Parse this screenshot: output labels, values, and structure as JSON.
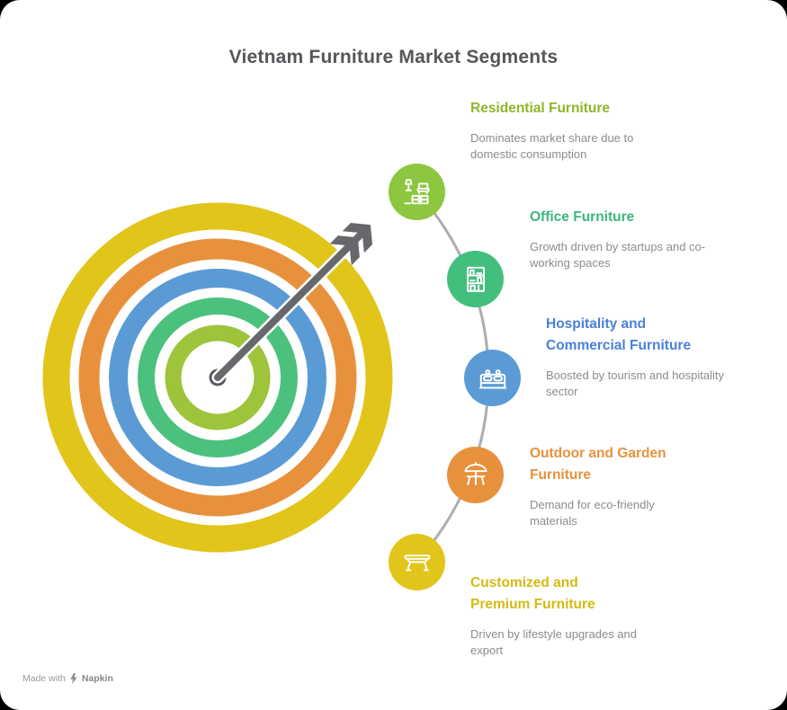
{
  "title": "Vietnam Furniture Market Segments",
  "segments": [
    {
      "title": "Residential Furniture",
      "description": "Dominates market share due to domestic consumption",
      "title_color": "#8FB62B",
      "node_color": "#8DC63F",
      "icon": "residential-furniture-icon"
    },
    {
      "title": "Office Furniture",
      "description": "Growth driven by startups and co-working spaces",
      "title_color": "#3BB878",
      "node_color": "#43BF7D",
      "icon": "office-furniture-icon"
    },
    {
      "title": "Hospitality and Commercial Furniture",
      "description": "Boosted by tourism and hospitality sector",
      "title_color": "#4A80D9",
      "node_color": "#5B9BD5",
      "icon": "hospitality-bed-icon"
    },
    {
      "title": "Outdoor and Garden Furniture",
      "description": "Demand for eco-friendly materials",
      "title_color": "#E8913D",
      "node_color": "#E8913D",
      "icon": "outdoor-umbrella-table-icon"
    },
    {
      "title": "Customized and Premium Furniture",
      "description": "Driven by lifestyle upgrades and export",
      "title_color": "#D5BA12",
      "node_color": "#E2C51B",
      "icon": "premium-table-icon"
    }
  ],
  "target": {
    "ring_colors": [
      "#E2C51B",
      "#E8913D",
      "#5B9BD5",
      "#4CC17D",
      "#9EC43B"
    ],
    "center_color": "#5A5B5E",
    "arrow_color": "#67686B"
  },
  "connector_color": "#ABADB0",
  "canvas_background": "#FFFFFF",
  "footer": {
    "made_with": "Made with",
    "brand": "Napkin"
  }
}
